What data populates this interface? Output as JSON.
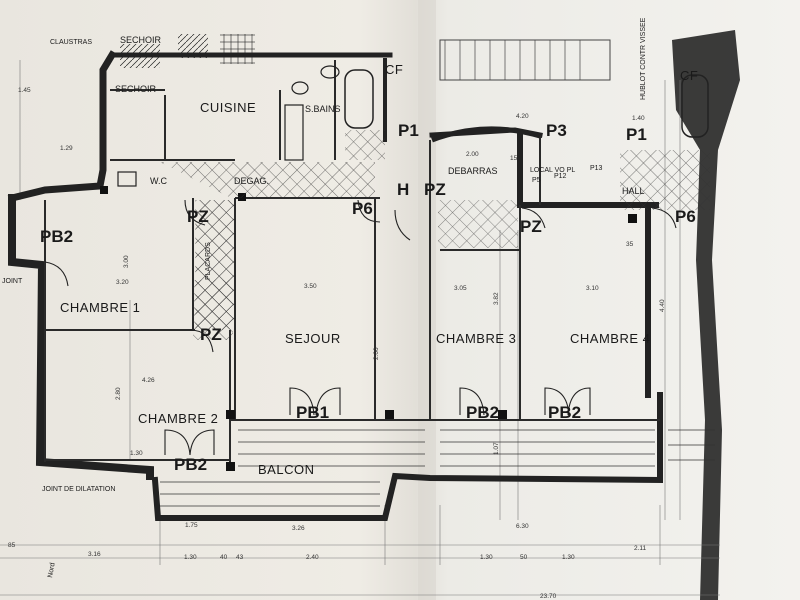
{
  "rooms": {
    "sechoir_top": "SECHOIR",
    "sechoir": "SECHOIR",
    "cuisine": "CUISINE",
    "sbains": "S.BAINS",
    "wc": "W.C",
    "degag": "DEGAG.",
    "debarras": "DEBARRAS",
    "hall": "HALL",
    "chambre1": "CHAMBRE 1",
    "chambre2": "CHAMBRE 2",
    "sejour": "SEJOUR",
    "chambre3": "CHAMBRE 3",
    "chambre4": "CHAMBRE 4",
    "balcon": "BALCON",
    "local": "LOCAL VO PL"
  },
  "notes": {
    "claustras": "CLAUSTRAS",
    "joint": "JOINT",
    "joint_dilatation": "JOINT DE DILATATION",
    "cf_left": "CF",
    "cf_right": "CF",
    "placard": "PLACARDS",
    "hublot": "HUBLOT CONTR VISSEE"
  },
  "doors": {
    "p1_left": "P1",
    "p1_right": "P1",
    "p3": "P3",
    "p6_left": "P6",
    "p6_right": "P6",
    "h": "H",
    "pz_degag": "PZ",
    "pz_hall": "PZ",
    "pz_debarras": "PZ",
    "pz_ch1": "PZ",
    "pb2_ch1": "PB2",
    "pb1": "PB1",
    "pb2_ch2": "PB2",
    "pb2_ch3": "PB2",
    "pb2_ch4": "PB2",
    "p12": "P12",
    "p13": "P13",
    "p5": "P5"
  },
  "dimensions": {
    "d145": "1.45",
    "d129": "1.29",
    "d320": "3.20",
    "d300": "3.00",
    "d350": "3.50",
    "d426": "4.26",
    "d280": "2.80",
    "d130a": "1.30",
    "d200a": "2.00",
    "d420": "4.20",
    "d200b": "2.00",
    "d305": "3.05",
    "d310": "3.10",
    "d382": "3.82",
    "d440": "4.40",
    "d107": "1.07",
    "d140": "1.40",
    "d175": "1.75",
    "d326": "3.26",
    "d630": "6.30",
    "d316": "3.16",
    "d130b": "1.30",
    "d40": "40",
    "d43": "43",
    "d240": "2.40",
    "d130c": "1.30",
    "d50": "50",
    "d130d": "1.30",
    "d211": "2.11",
    "d2370": "23.70",
    "d85": "85",
    "d35": "35",
    "d15": "15"
  },
  "handwritten": "Nord"
}
